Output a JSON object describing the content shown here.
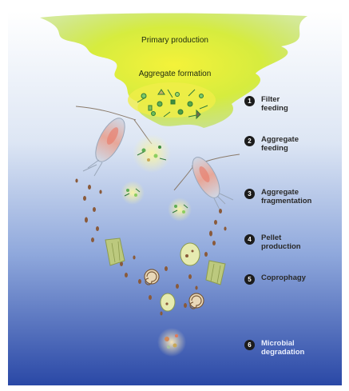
{
  "labels": {
    "primary_production": "Primary production",
    "aggregate_formation": "Aggregate formation"
  },
  "steps": [
    {
      "num": "1",
      "lines": [
        "Filter",
        "feeding"
      ]
    },
    {
      "num": "2",
      "lines": [
        "Aggregate",
        "feeding"
      ]
    },
    {
      "num": "3",
      "lines": [
        "Aggregate",
        "fragmentation"
      ]
    },
    {
      "num": "4",
      "lines": [
        "Pellet",
        "production"
      ]
    },
    {
      "num": "5",
      "lines": [
        "Coprophagy"
      ]
    },
    {
      "num": "6",
      "lines": [
        "Microbial",
        "degradation"
      ]
    }
  ],
  "colors": {
    "ocean_top": "#ffffff",
    "ocean_bottom": "#2c4aa8",
    "bloom": "#c8e63c",
    "bloom_core": "#f2f03a",
    "copepod": "#e39a8c",
    "pellet": "#8a5a3a",
    "salp": "#b9c97a"
  }
}
